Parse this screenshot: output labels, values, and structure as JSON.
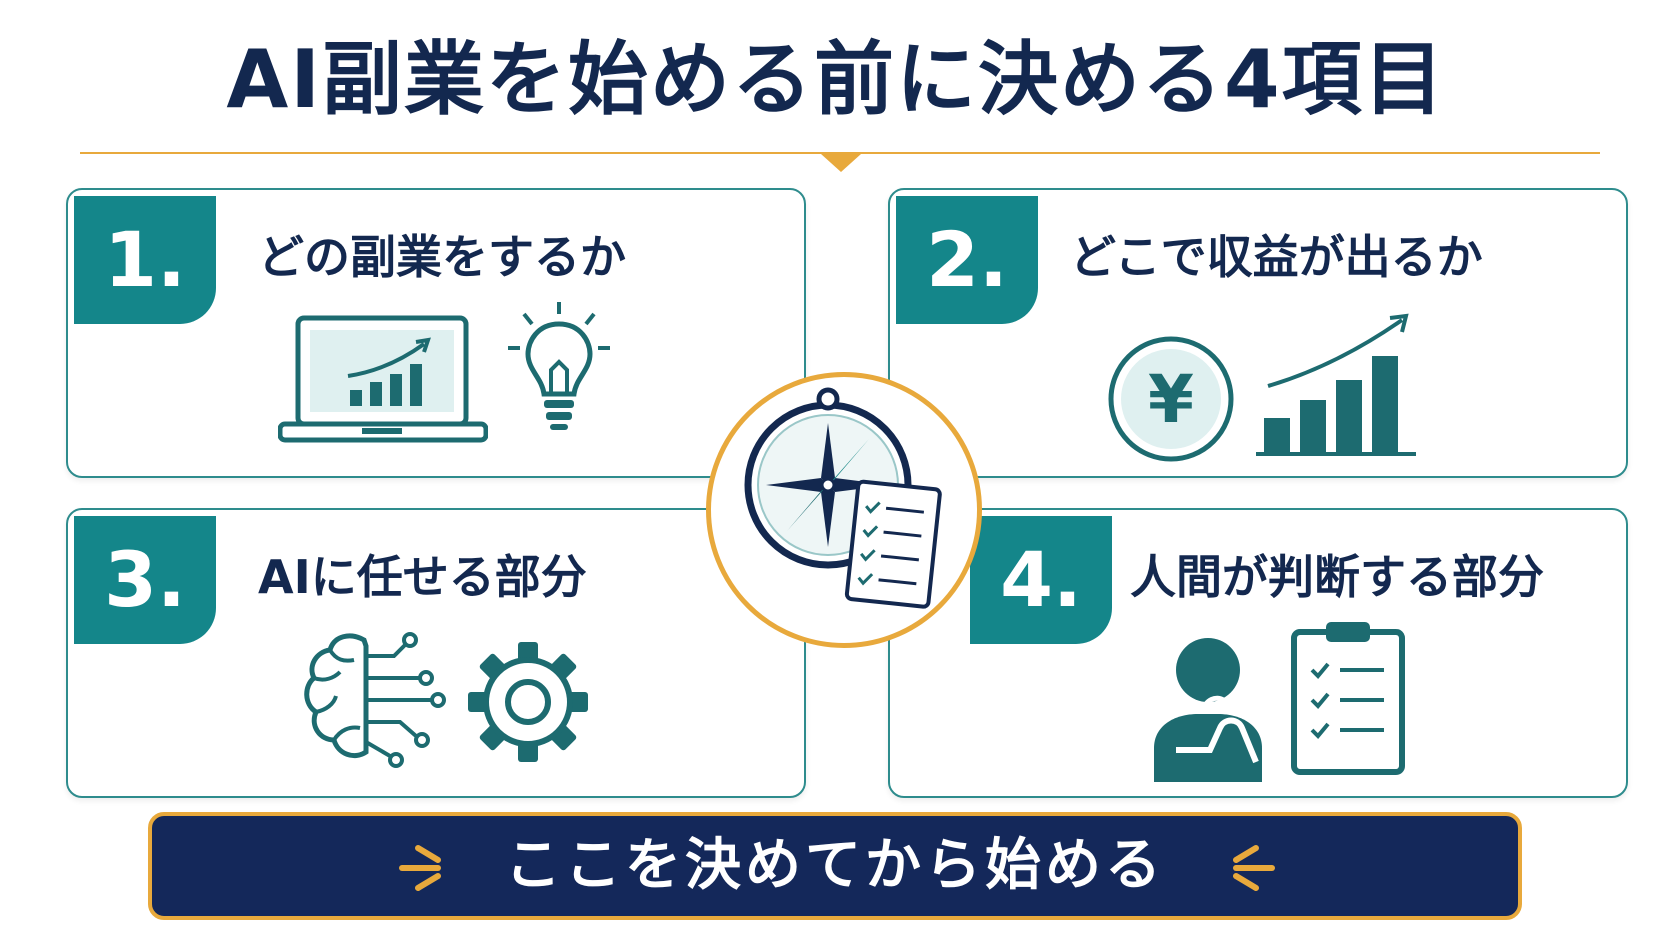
{
  "title": "AI副業を始める前に決める4項目",
  "items": [
    {
      "number": "1.",
      "label": "どの副業をするか",
      "icons": [
        "laptop-chart-icon",
        "lightbulb-icon"
      ]
    },
    {
      "number": "2.",
      "label": "どこで収益が出るか",
      "icons": [
        "yen-coin-icon",
        "growth-bar-chart-icon"
      ]
    },
    {
      "number": "3.",
      "label": "AIに任せる部分",
      "icons": [
        "brain-circuit-icon",
        "gear-icon"
      ]
    },
    {
      "number": "4.",
      "label": "人間が判断する部分",
      "icons": [
        "thinking-person-icon",
        "checklist-clipboard-icon"
      ]
    }
  ],
  "center_icon": "compass-checklist-icon",
  "banner": {
    "text": "ここを決めてから始める"
  },
  "colors": {
    "navy": "#13284f",
    "teal": "#14868a",
    "gold": "#e8a93c"
  }
}
